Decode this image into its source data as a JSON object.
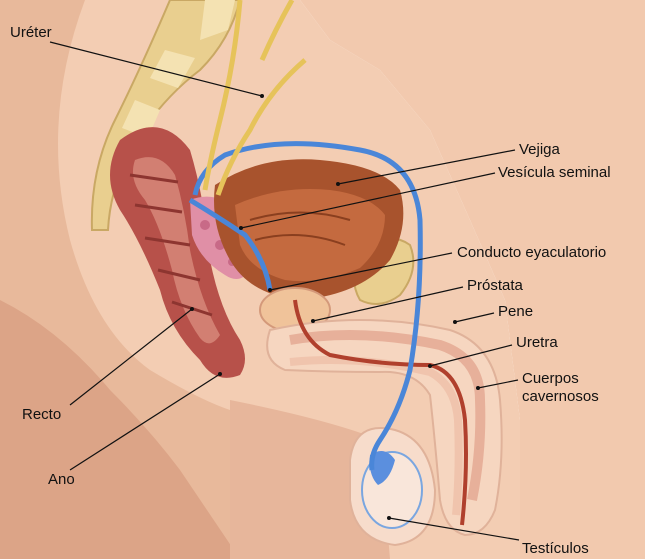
{
  "figure": {
    "labels": {
      "ureter": "Uréter",
      "vejiga": "Vejiga",
      "vesicula": "Vesícula seminal",
      "conducto": "Conducto eyaculatorio",
      "prostata": "Próstata",
      "pene": "Pene",
      "uretra": "Uretra",
      "cuerpos_line1": "Cuerpos",
      "cuerpos_line2": "cavernosos",
      "recto": "Recto",
      "ano": "Ano",
      "testiculos": "Testículos"
    }
  },
  "colors": {
    "skin": "#f5d2b8",
    "skin_dark": "#d9a184",
    "bone": "#e9cf8f",
    "bladder": "#a8532d",
    "rectum": "#b7514a",
    "vas_deferens": "#4a86d8",
    "ureter": "#e6c35a",
    "seminal_vesicle": "#e08fa6",
    "label_text": "#111111"
  }
}
